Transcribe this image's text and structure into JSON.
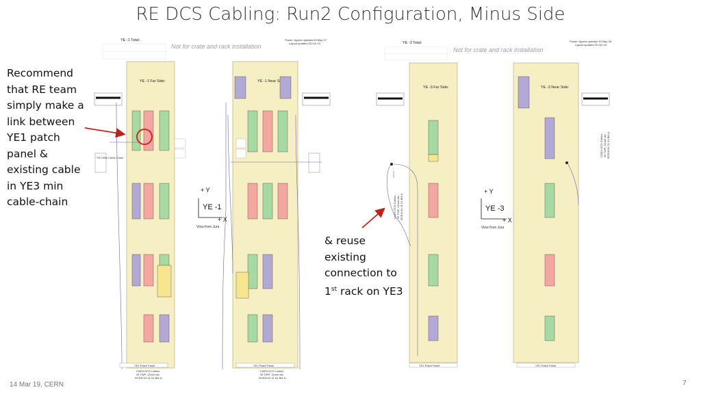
{
  "title": "RE DCS Cabling: Run2 Configuration, Minus Side",
  "left_note": "Recommend that RE team simply make a link between YE1 patch panel & existing cable in YE3 min cable-chain",
  "right_note": {
    "line1": "& reuse",
    "line2": "existing",
    "line3": "connection to",
    "line4_pre": "1",
    "line4_sup": "st",
    "line4_post": " rack on YE3"
  },
  "footer": {
    "date": "14 Mar 19, CERN",
    "page": "7"
  },
  "left_diagram": {
    "total_label": "YE -1 Total:",
    "power_note": "Power: figures updated 20 May 07",
    "layout_note": "Layout updated 20 Oct 13",
    "crate_note": "Not for crate and rack installation",
    "far_side": "YE -1 Far Side:",
    "near_side": "YE -1 Near Side:",
    "axis_plus_y": "+ Y",
    "axis_name": "YE -1",
    "axis_plus_x": "+ X",
    "view_label": "View from Jura",
    "patch_panel_left": "YE1  Patch Panel",
    "patch_panel_right": "YE1  Patch Panel",
    "caen_1": "CAEN DCS Cables",
    "caen_2": "35 TWP, 12mm dia",
    "caen_3": "RCEM 04 21 51 Bl3-A",
    "cable_chain": "YE3 Mini Cable Chain"
  },
  "right_diagram": {
    "total_label": "YE -3 Total:",
    "power_note": "Power: figures updated 20 May 08",
    "layout_note": "Layout updated 20 Oct 13",
    "crate_note": "Not for crate and rack installation",
    "far_side": "YE -3 Far Side:",
    "near_side": "YE -3 Near Side:",
    "axis_plus_y": "+ Y",
    "axis_name": "YE -3",
    "axis_plus_x": "+ X",
    "view_label": "View from Jura",
    "patch_panel_left": "YE1  Patch Panel",
    "patch_panel_right": "YE1  Patch Panel",
    "caen_side_1": "CAEN DCS Cables",
    "caen_side_2": "35 TWP, 12mm dia",
    "caen_side_3": "RCEM 04 21 51 Bl3-A"
  },
  "colors": {
    "panel": "#f6efc3",
    "pink": "#f3a7a0",
    "green": "#a7d9a3",
    "purple": "#b3a9d6",
    "red": "#d9231f",
    "cable": "#6b5fb3"
  }
}
